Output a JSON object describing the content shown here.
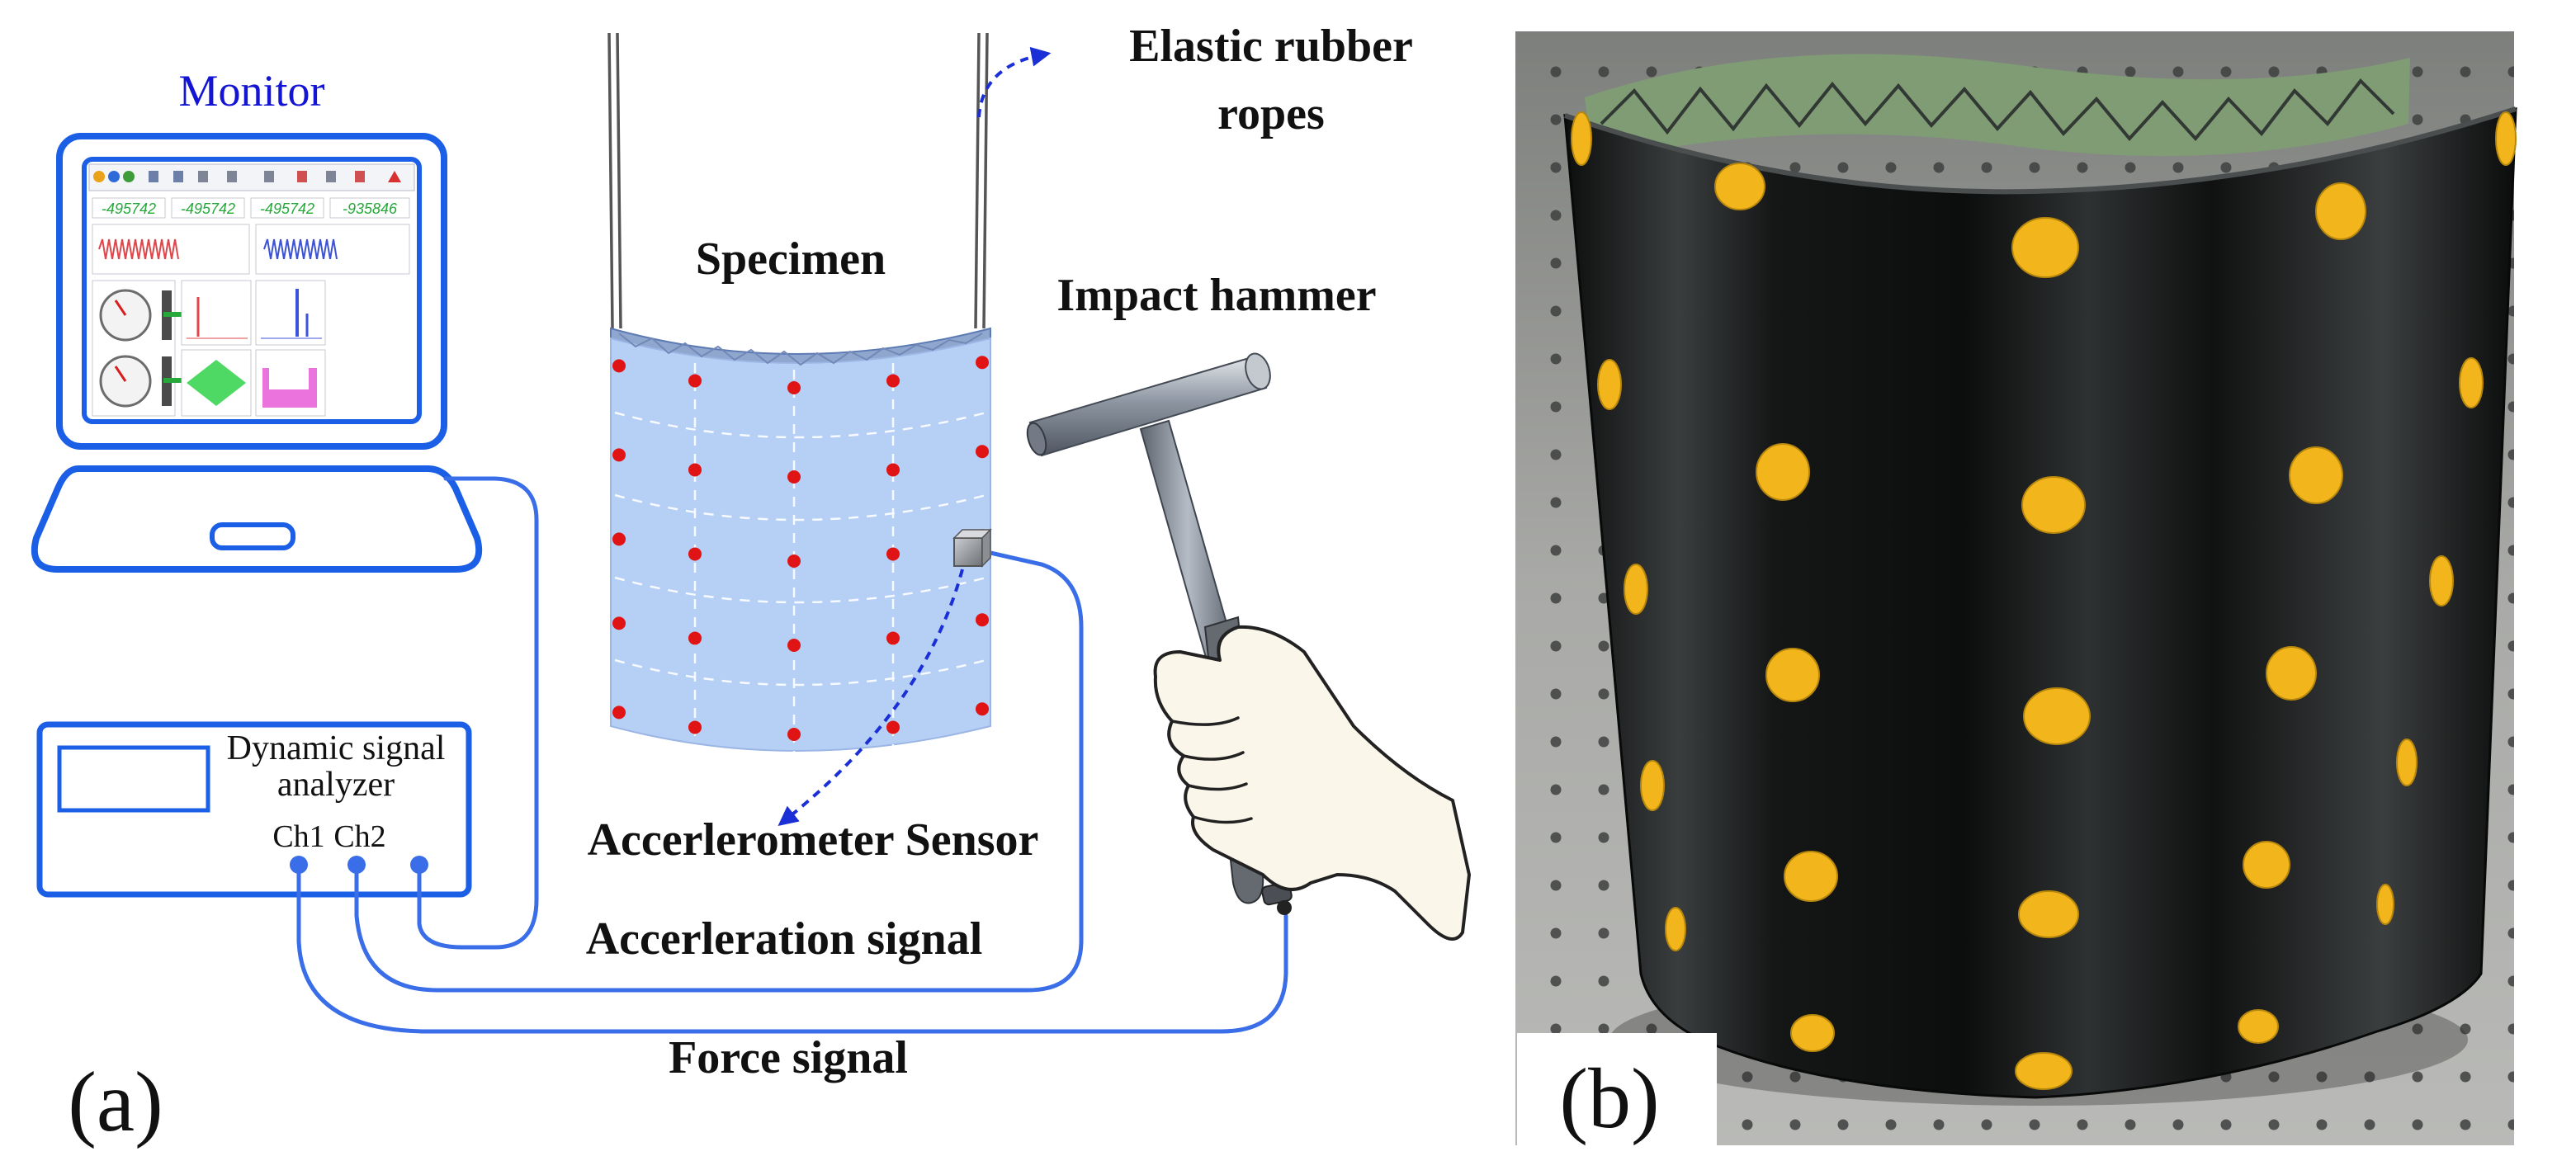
{
  "panel_a": {
    "panel_label": "(a)",
    "monitor": {
      "label": "Monitor",
      "readouts": [
        "-495742",
        "-495742",
        "-495742",
        "-935846"
      ]
    },
    "analyzer": {
      "label_line1": "Dynamic signal",
      "label_line2": "analyzer",
      "channel_1": "Ch1",
      "channel_2": "Ch2"
    },
    "labels": {
      "ropes_line1": "Elastic rubber",
      "ropes_line2": "ropes",
      "specimen": "Specimen",
      "impact_hammer": "Impact hammer",
      "accelerometer": "Accerlerometer Sensor",
      "acceleration_signal": "Accerleration signal",
      "force_signal": "Force signal"
    }
  },
  "panel_b": {
    "panel_label": "(b)"
  },
  "colors": {
    "device_blue": "#1a5fe6",
    "cable_blue": "#3a6ee8",
    "label_blue": "#1414d4",
    "arrow_blue": "#1a2fd6",
    "specimen_fill": "#b6cff5",
    "measure_point": "#e01414",
    "shell_black": "#161818",
    "dot_yellow": "#f2b61c",
    "table_grey": "#a6a7a5"
  }
}
